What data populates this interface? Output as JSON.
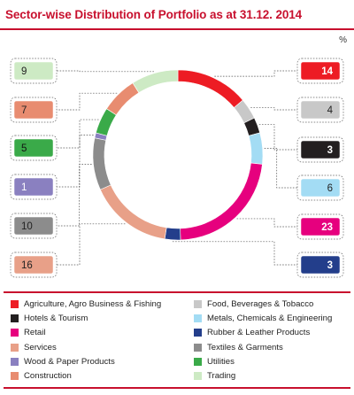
{
  "header": {
    "title": "Sector-wise Distribution of Portfolio as at 31.12. 2014",
    "unit": "%"
  },
  "chart_data": {
    "type": "pie",
    "title": "Sector-wise Distribution of Portfolio as at 31.12. 2014",
    "unit": "%",
    "legend_position": "bottom",
    "categories": [
      "Agriculture, Agro Business & Fishing",
      "Food, Beverages & Tobacco",
      "Hotels & Tourism",
      "Metals, Chemicals & Engineering",
      "Retail",
      "Rubber & Leather Products",
      "Services",
      "Textiles & Garments",
      "Wood & Paper Products",
      "Utilities",
      "Construction",
      "Trading"
    ],
    "values": [
      14,
      4,
      3,
      6,
      23,
      3,
      16,
      10,
      1,
      5,
      7,
      9
    ],
    "colors": [
      "#ed1c24",
      "#c8c8c8",
      "#231f20",
      "#a3dcf4",
      "#e6007e",
      "#233e8b",
      "#e8a088",
      "#8c8c8c",
      "#8a80c0",
      "#3aaa49",
      "#e88c70",
      "#cdeac4"
    ]
  }
}
